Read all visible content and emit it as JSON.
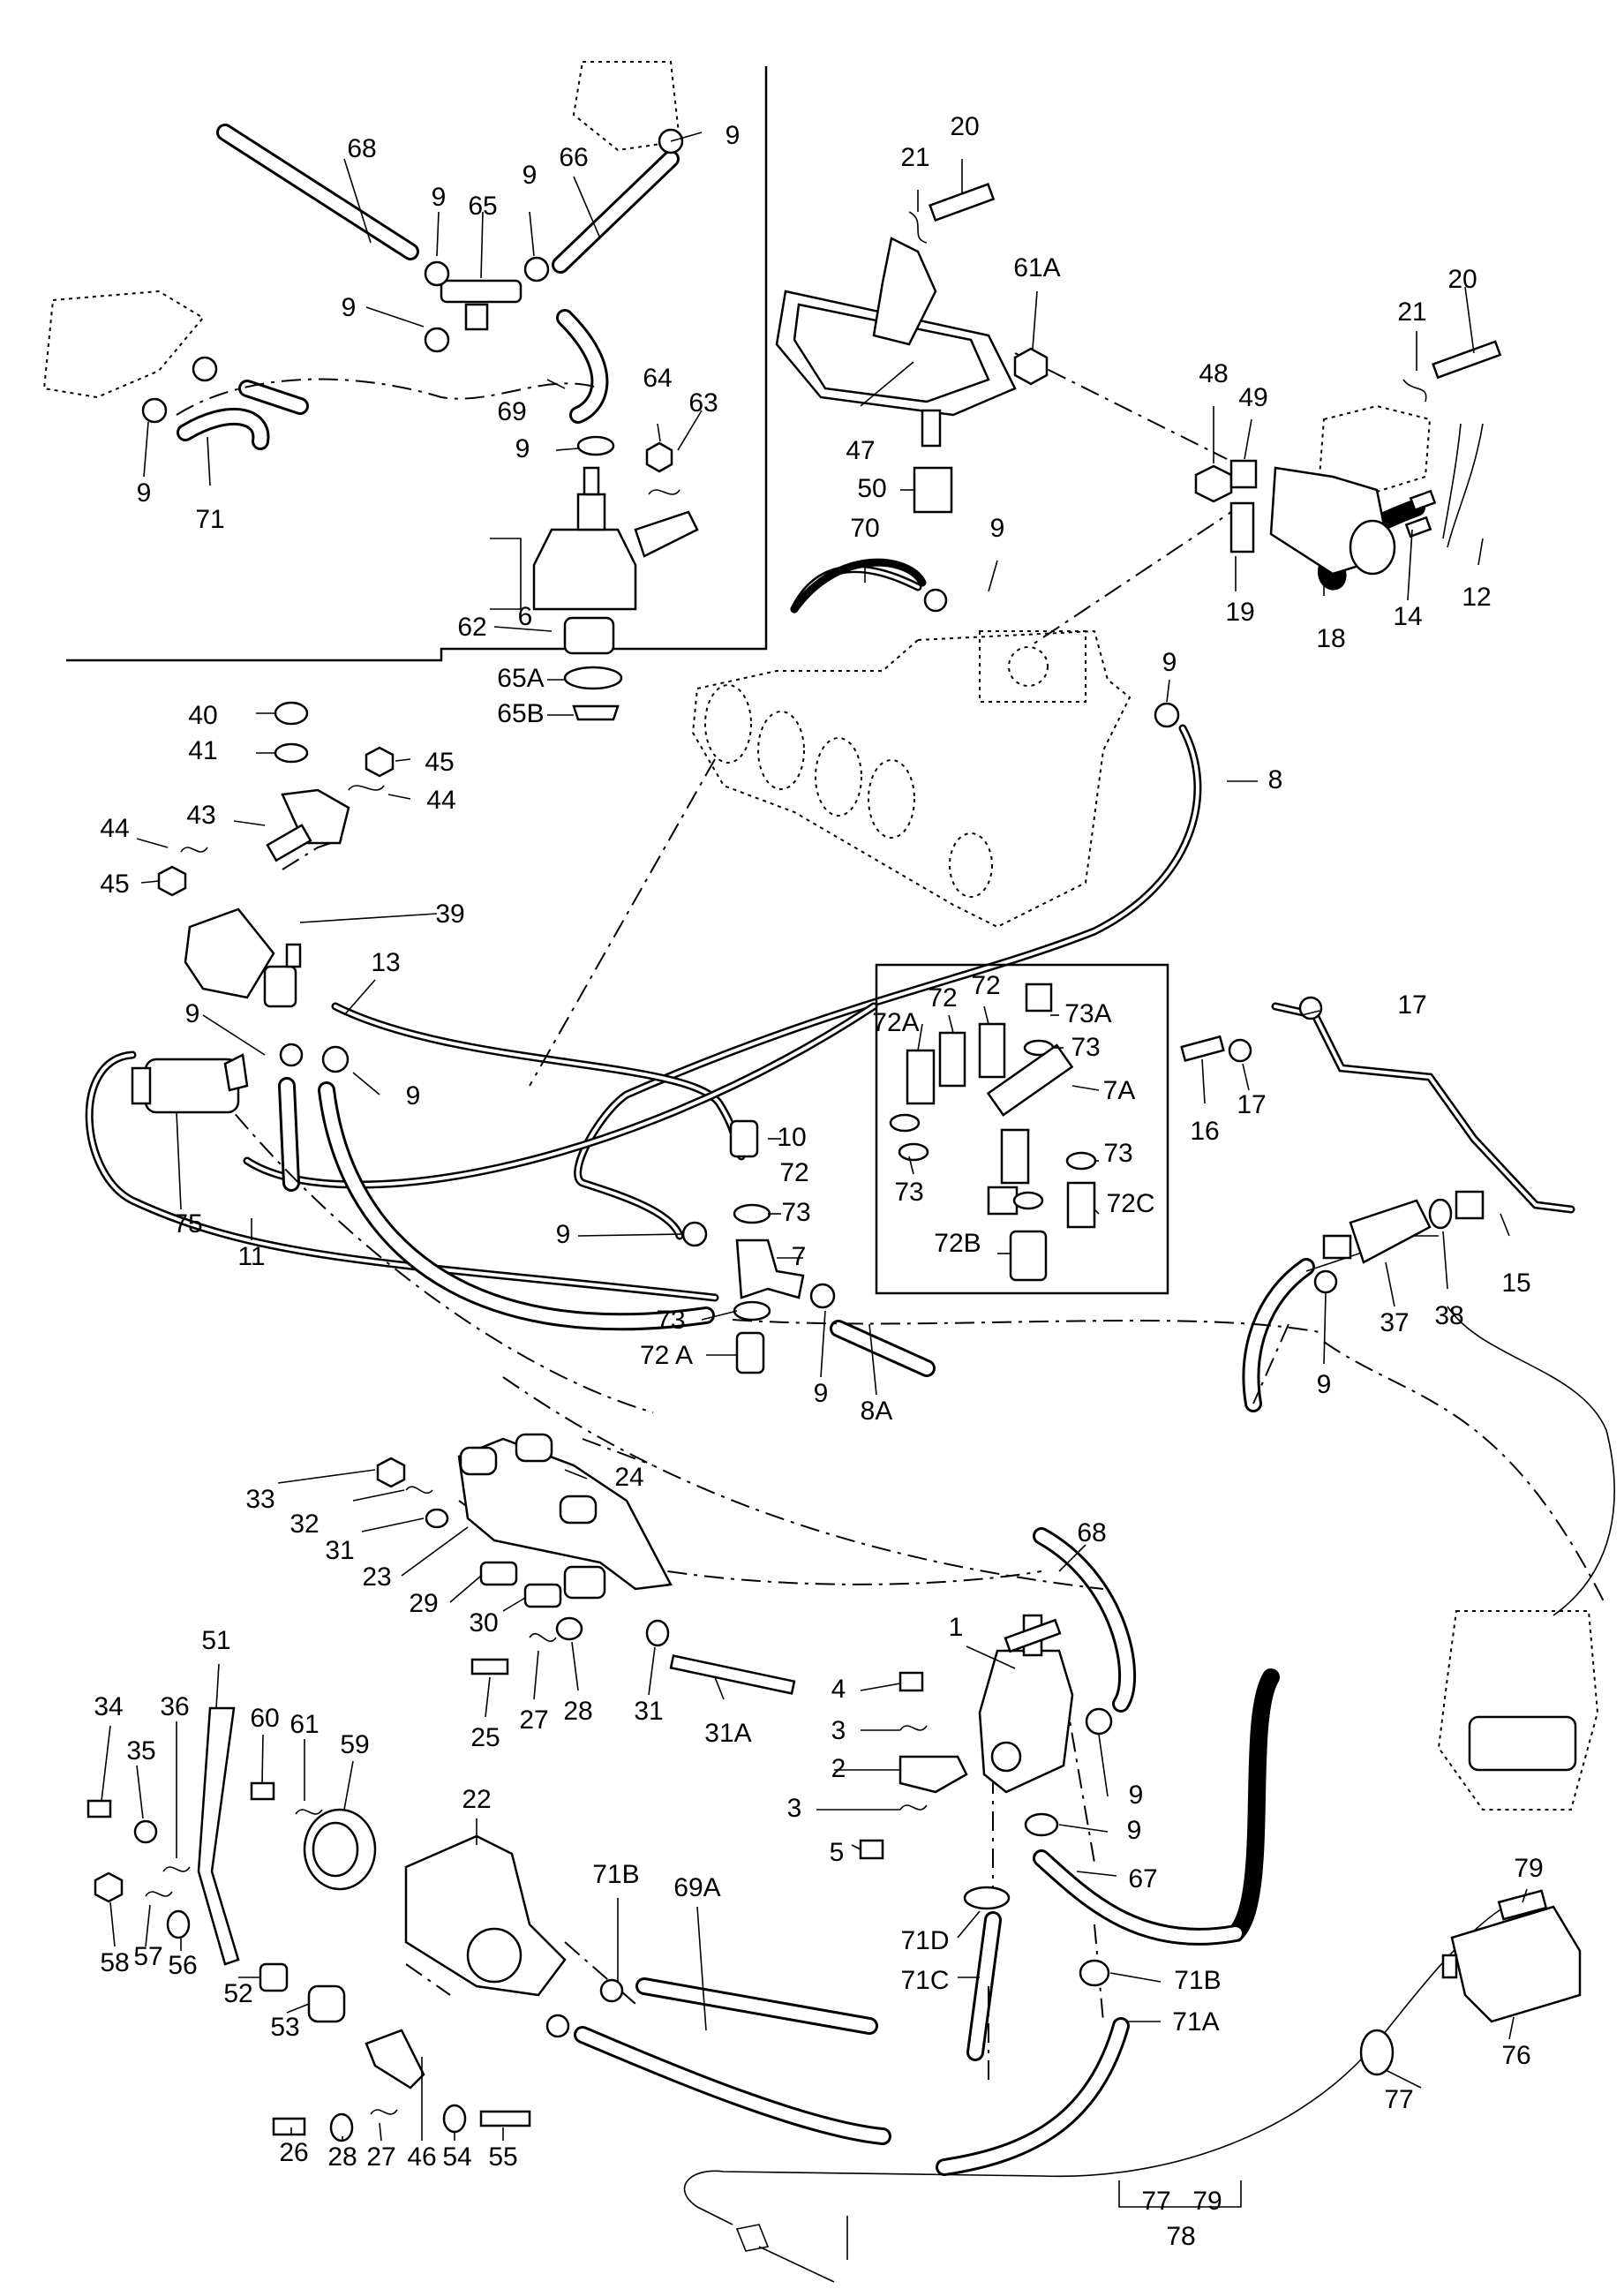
{
  "labels": {
    "n1": "1",
    "n2": "2",
    "n3a": "3",
    "n3b": "3",
    "n4": "4",
    "n5": "5",
    "n6": "6",
    "n7": "7",
    "n7A": "7A",
    "n8": "8",
    "n8A": "8A",
    "n9a": "9",
    "n9b": "9",
    "n9c": "9",
    "n9d": "9",
    "n9e": "9",
    "n9f": "9",
    "n9g": "9",
    "n9h": "9",
    "n9i": "9",
    "n9j": "9",
    "n9k": "9",
    "n9l": "9",
    "n9m": "9",
    "n9n": "9",
    "n9o": "9",
    "n10": "10",
    "n11": "11",
    "n12": "12",
    "n13": "13",
    "n14": "14",
    "n15": "15",
    "n16": "16",
    "n17a": "17",
    "n17b": "17",
    "n18": "18",
    "n19": "19",
    "n20a": "20",
    "n20b": "20",
    "n21a": "21",
    "n21b": "21",
    "n22": "22",
    "n23": "23",
    "n24": "24",
    "n25": "25",
    "n26": "26",
    "n27a": "27",
    "n27b": "27",
    "n28a": "28",
    "n28b": "28",
    "n29": "29",
    "n30": "30",
    "n31a": "31",
    "n31b": "31",
    "n31A": "31A",
    "n32": "32",
    "n33": "33",
    "n34": "34",
    "n35": "35",
    "n36": "36",
    "n37": "37",
    "n38": "38",
    "n39": "39",
    "n40": "40",
    "n41": "41",
    "n43": "43",
    "n44a": "44",
    "n44b": "44",
    "n45a": "45",
    "n45b": "45",
    "n46": "46",
    "n47": "47",
    "n48": "48",
    "n49": "49",
    "n50": "50",
    "n51": "51",
    "n52": "52",
    "n53": "53",
    "n54": "54",
    "n55": "55",
    "n56": "56",
    "n57": "57",
    "n58": "58",
    "n59": "59",
    "n60": "60",
    "n61": "61",
    "n61A": "61A",
    "n62": "62",
    "n63": "63",
    "n64": "64",
    "n65": "65",
    "n65A": "65A",
    "n65B": "65B",
    "n66": "66",
    "n67": "67",
    "n68a": "68",
    "n68b": "68",
    "n69": "69",
    "n69A": "69A",
    "n70": "70",
    "n71": "71",
    "n71A": "71A",
    "n71Ba": "71B",
    "n71Bb": "71B",
    "n71C": "71C",
    "n71D": "71D",
    "n72a": "72",
    "n72b": "72",
    "n72c": "72",
    "n72Aa": "72A",
    "n72Ab": "72 A",
    "n72B": "72B",
    "n72C": "72C",
    "n73a": "73",
    "n73b": "73",
    "n73c": "73",
    "n73d": "73",
    "n73e": "73",
    "n73A": "73A",
    "n75": "75",
    "n76": "76",
    "n77a": "77",
    "n77b": "77",
    "n79a": "79",
    "n79b": "79",
    "n78": "78"
  }
}
